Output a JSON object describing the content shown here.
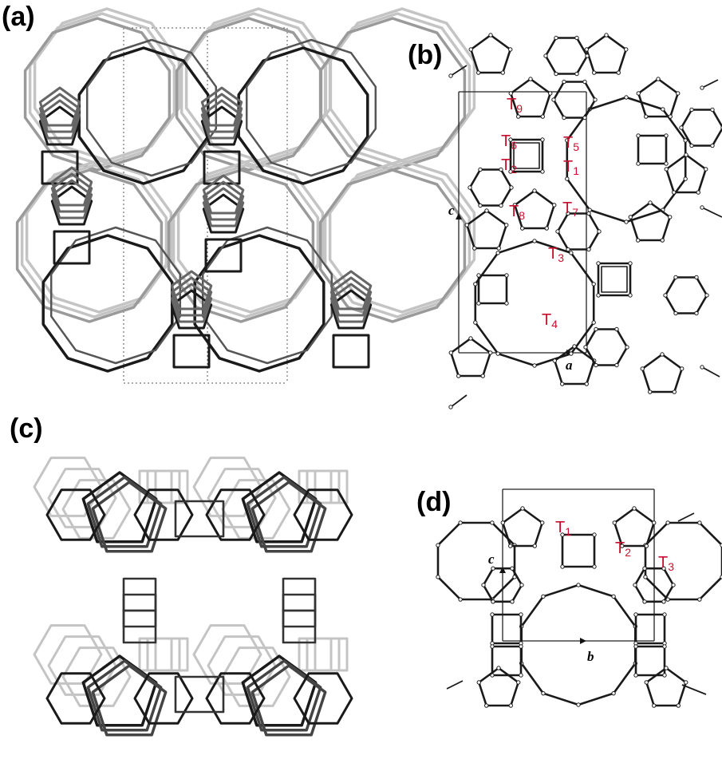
{
  "panels": [
    {
      "id": "a",
      "label": "(a)"
    },
    {
      "id": "b",
      "label": "(b)"
    },
    {
      "id": "c",
      "label": "(c)"
    },
    {
      "id": "d",
      "label": "(d)"
    }
  ],
  "panel_b": {
    "t_labels": [
      {
        "text": "T",
        "sub": "9"
      },
      {
        "text": "T",
        "sub": "6"
      },
      {
        "text": "T",
        "sub": "5"
      },
      {
        "text": "T",
        "sub": "2"
      },
      {
        "text": "T",
        "sub": "1"
      },
      {
        "text": "T",
        "sub": "8"
      },
      {
        "text": "T",
        "sub": "7"
      },
      {
        "text": "T",
        "sub": "3"
      },
      {
        "text": "T",
        "sub": "4"
      }
    ],
    "axis_c": "c",
    "axis_a": "a"
  },
  "panel_d": {
    "t_labels": [
      {
        "text": "T",
        "sub": "1"
      },
      {
        "text": "T",
        "sub": "2"
      },
      {
        "text": "T",
        "sub": "3"
      }
    ],
    "axis_c": "c",
    "axis_b": "b"
  },
  "colors": {
    "t_label": "#c8102e",
    "framework_dark": "#1a1a1a",
    "framework_light": "#9a9a9a",
    "framework_lighter": "#c4c4c4"
  }
}
